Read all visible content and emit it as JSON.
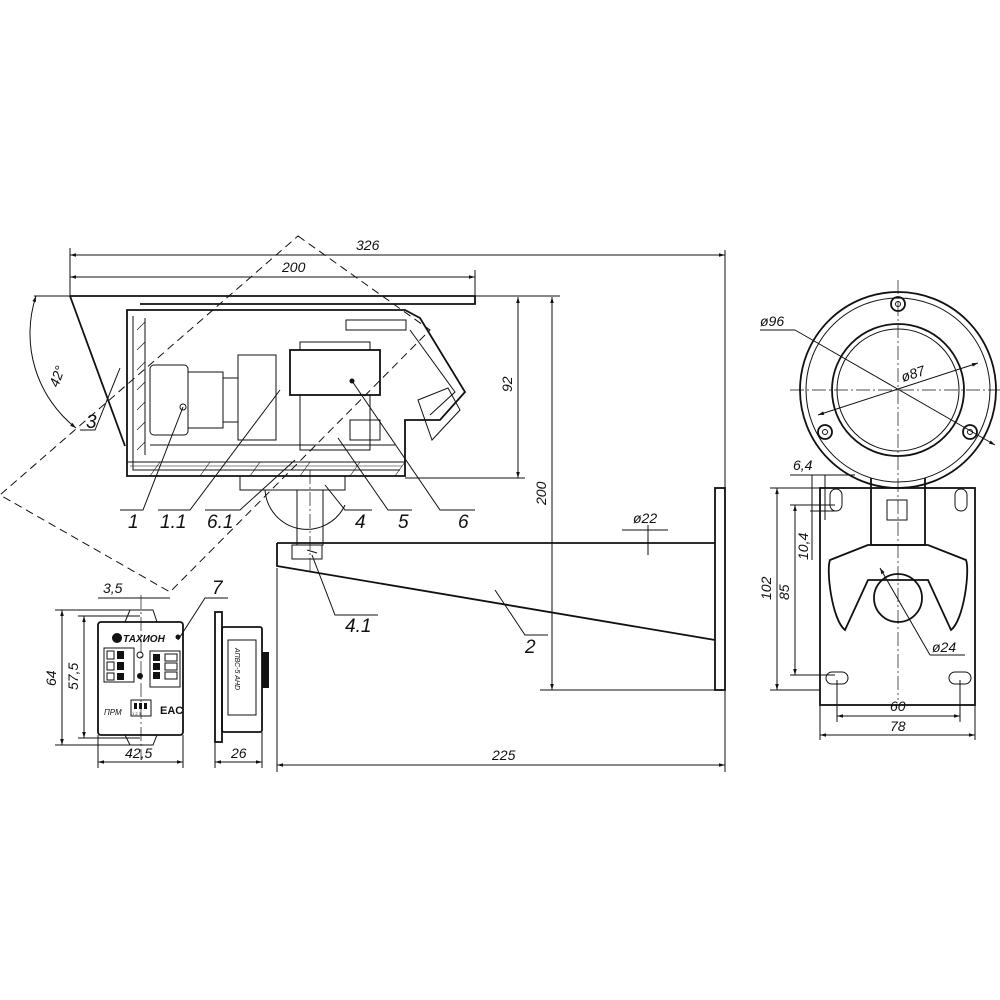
{
  "dimensions": {
    "overall_length": "326",
    "housing_length": "200",
    "housing_height": "92",
    "total_height": "200",
    "tube_diameter": "ø22",
    "bracket_length": "225",
    "tilt_angle": "42°",
    "module_hole": "3,5",
    "module_height": "64",
    "module_hole_spacing": "57,5",
    "module_width": "42,5",
    "module_depth": "26",
    "front_outer_diameter": "ø96",
    "front_window_diameter": "ø87",
    "slot_width": "6,4",
    "slot_length": "10,4",
    "plate_height": "102",
    "plate_hole_vertical": "85",
    "plate_center_diameter": "ø24",
    "plate_hole_horizontal": "60",
    "plate_width": "78"
  },
  "callouts": [
    "1",
    "1.1",
    "6.1",
    "4",
    "5",
    "6",
    "3",
    "2",
    "4.1",
    "7"
  ],
  "module": {
    "brand": "ТАХИОН",
    "mode_label": "ПРМ",
    "cert_mark": "EAC",
    "side_label": "АПВС-5 AHD",
    "dip_numbers": "1 2 3"
  }
}
